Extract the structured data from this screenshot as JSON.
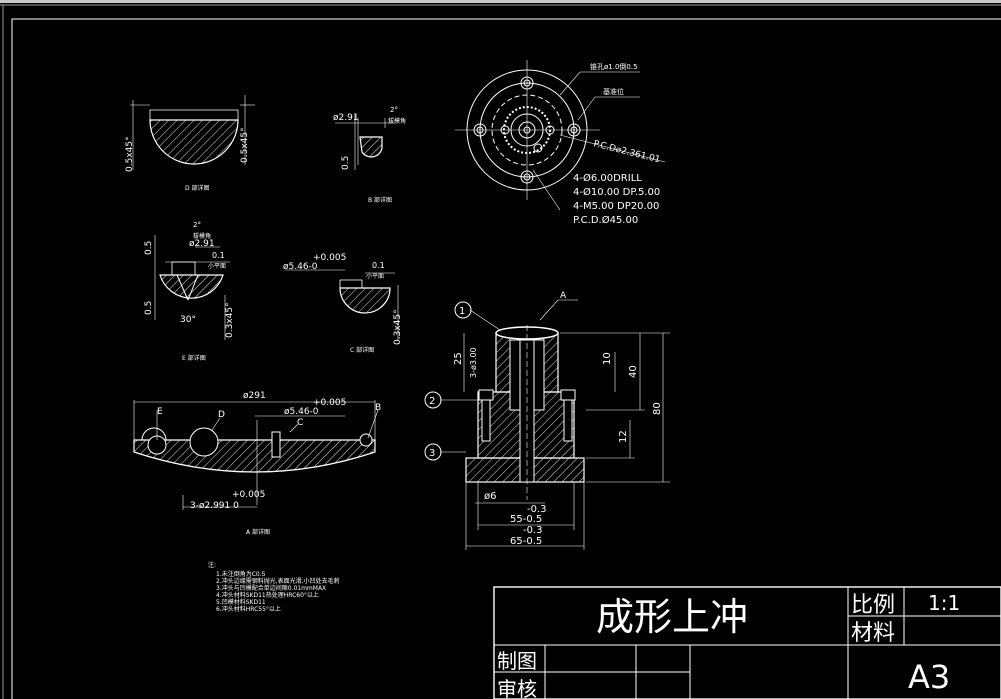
{
  "title_block": {
    "part_name": "成形上冲",
    "scale_label": "比例",
    "scale_value": "1:1",
    "material_label": "材料",
    "drawn_label": "制图",
    "check_label": "审核",
    "sheet_size": "A3"
  },
  "top_view": {
    "callout_1": "锥孔ø1.0倒0.5",
    "callout_2": "基准位",
    "pcd_small": "P.C.D⌀2.361.01",
    "note_1": "4-Ø6.00DRILL",
    "note_2": "4-Ø10.00  DP.5.00",
    "note_3": "4-M5.00  DP20.00",
    "note_4": "P.C.D.Ø45.00"
  },
  "detail_D": {
    "dim_left": "0.5x45°",
    "dim_right": "0.5x45°",
    "caption": "D 部详图"
  },
  "detail_B": {
    "dim_dia": "ø2.91",
    "dim_angle": "2°",
    "dim_note": "拔模角",
    "dim_05": "0.5",
    "caption": "B 部详图"
  },
  "detail_E": {
    "dim_angle": "2°",
    "dim_note": "拔模角",
    "dim_dia": "ø2.91",
    "dim_01": "0.1",
    "dim_sub": "小平面",
    "dim_05a": "0.5",
    "dim_05b": "0.5",
    "dim_30": "30°",
    "dim_chamfer": "0.3x45°",
    "caption": "E 部详图"
  },
  "detail_C": {
    "dim_tol": "+0.005",
    "dim_dia": "ø5.46-0",
    "dim_01": "0.1",
    "dim_sub": "小平面",
    "dim_chamfer": "0.3x45°",
    "caption": "C 部详图"
  },
  "detail_A": {
    "dim_291": "ø291",
    "dim_tol": "+0.005",
    "dim_dia": "ø5.46-0",
    "label_E": "E",
    "label_D": "D",
    "label_C": "C",
    "label_B": "B",
    "bottom_tol": "+0.005",
    "bottom_dim": "3-ø2.991  0",
    "caption": "A 部详图"
  },
  "section": {
    "label_A": "A",
    "balloon_1": "1",
    "balloon_2": "2",
    "balloon_3": "3",
    "dim_25": "25",
    "dim_3hole": "3-ø3.00",
    "dim_10": "10",
    "dim_40": "40",
    "dim_80": "80",
    "dim_12": "12",
    "dim_phi6": "ø6",
    "dim_03a": "-0.3",
    "dim_55": "55-0.5",
    "dim_03b": "-0.3",
    "dim_65": "65-0.5"
  },
  "notes": {
    "heading": "注:",
    "lines": [
      "1.未注倒角为C0.5",
      "2.冲头边缘需钢料抛光,表面光滑,小凹处去毛刺",
      "3.冲头与凹模配合单边间隙0.01mmMAX",
      "4.冲头材料SKD11热处理HRC60°以上",
      "5.凹模材料SKD11",
      "6.冲头材料HRC55°以上"
    ]
  }
}
